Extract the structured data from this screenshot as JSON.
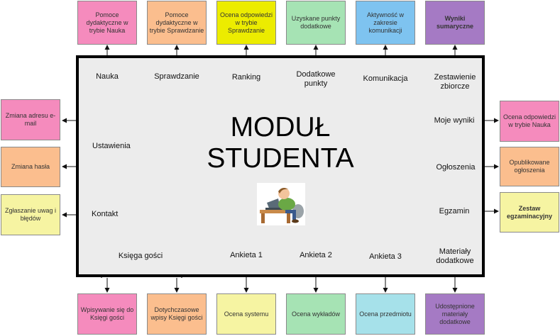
{
  "module_title": [
    "MODUŁ",
    "STUDENTA"
  ],
  "top_labels": [
    "Nauka",
    "Sprawdzanie",
    "Ranking",
    "Dodatkowe punkty",
    "Komunikacja",
    "Zestawienie zbiorcze"
  ],
  "top_boxes": [
    {
      "text": "Pomoce dydaktyczne w trybie Nauka",
      "color": "#f58bbd"
    },
    {
      "text": "Pomoce dydaktyczne w trybie Sprawdzanie",
      "color": "#fbbe8e"
    },
    {
      "text": "Ocena odpowiedzi w trybie Sprawdzanie",
      "color": "#ecec00"
    },
    {
      "text": "Uzyskane punkty dodatkowe",
      "color": "#a6e3b4"
    },
    {
      "text": "Aktywność w zakresie komunikacji",
      "color": "#7ec3f0"
    },
    {
      "text": "Wyniki sumaryczne",
      "color": "#a57ac4"
    }
  ],
  "left_labels": {
    "settings": "Ustawienia",
    "contact": "Kontakt"
  },
  "left_boxes": [
    {
      "text": "Zmiana adresu e-mail",
      "color": "#f58bbd"
    },
    {
      "text": "Zmiana hasła",
      "color": "#fbbe8e"
    },
    {
      "text": "Zgłaszanie uwag i błędów",
      "color": "#f6f4a2"
    }
  ],
  "right_labels": [
    "Moje wyniki",
    "Ogłoszenia",
    "Egzamin"
  ],
  "right_boxes": [
    {
      "text": "Ocena odpowiedzi w trybie Nauka",
      "color": "#f58bbd"
    },
    {
      "text": "Opublikowane ogłoszenia",
      "color": "#fbbe8e"
    },
    {
      "text": "Zestaw egzaminacyjny",
      "color": "#f6f4a2"
    }
  ],
  "bottom_labels": [
    "Księga gości",
    "Ankieta 1",
    "Ankieta 2",
    "Ankieta 3",
    "Materiały dodatkowe"
  ],
  "bottom_boxes": [
    {
      "text": "Wpisywanie się do Księgi gości",
      "color": "#f58bbd"
    },
    {
      "text": "Dotychczasowe wpisy Księgi gości",
      "color": "#fbbe8e"
    },
    {
      "text": "Ocena systemu",
      "color": "#f6f4a2"
    },
    {
      "text": "Ocena wykładów",
      "color": "#a6e3b4"
    },
    {
      "text": "Ocena przedmiotu",
      "color": "#a6e1ea"
    },
    {
      "text": "Udostępnione materiały dodatkowe",
      "color": "#a57ac4"
    }
  ],
  "illustration": "student-at-computer-icon"
}
